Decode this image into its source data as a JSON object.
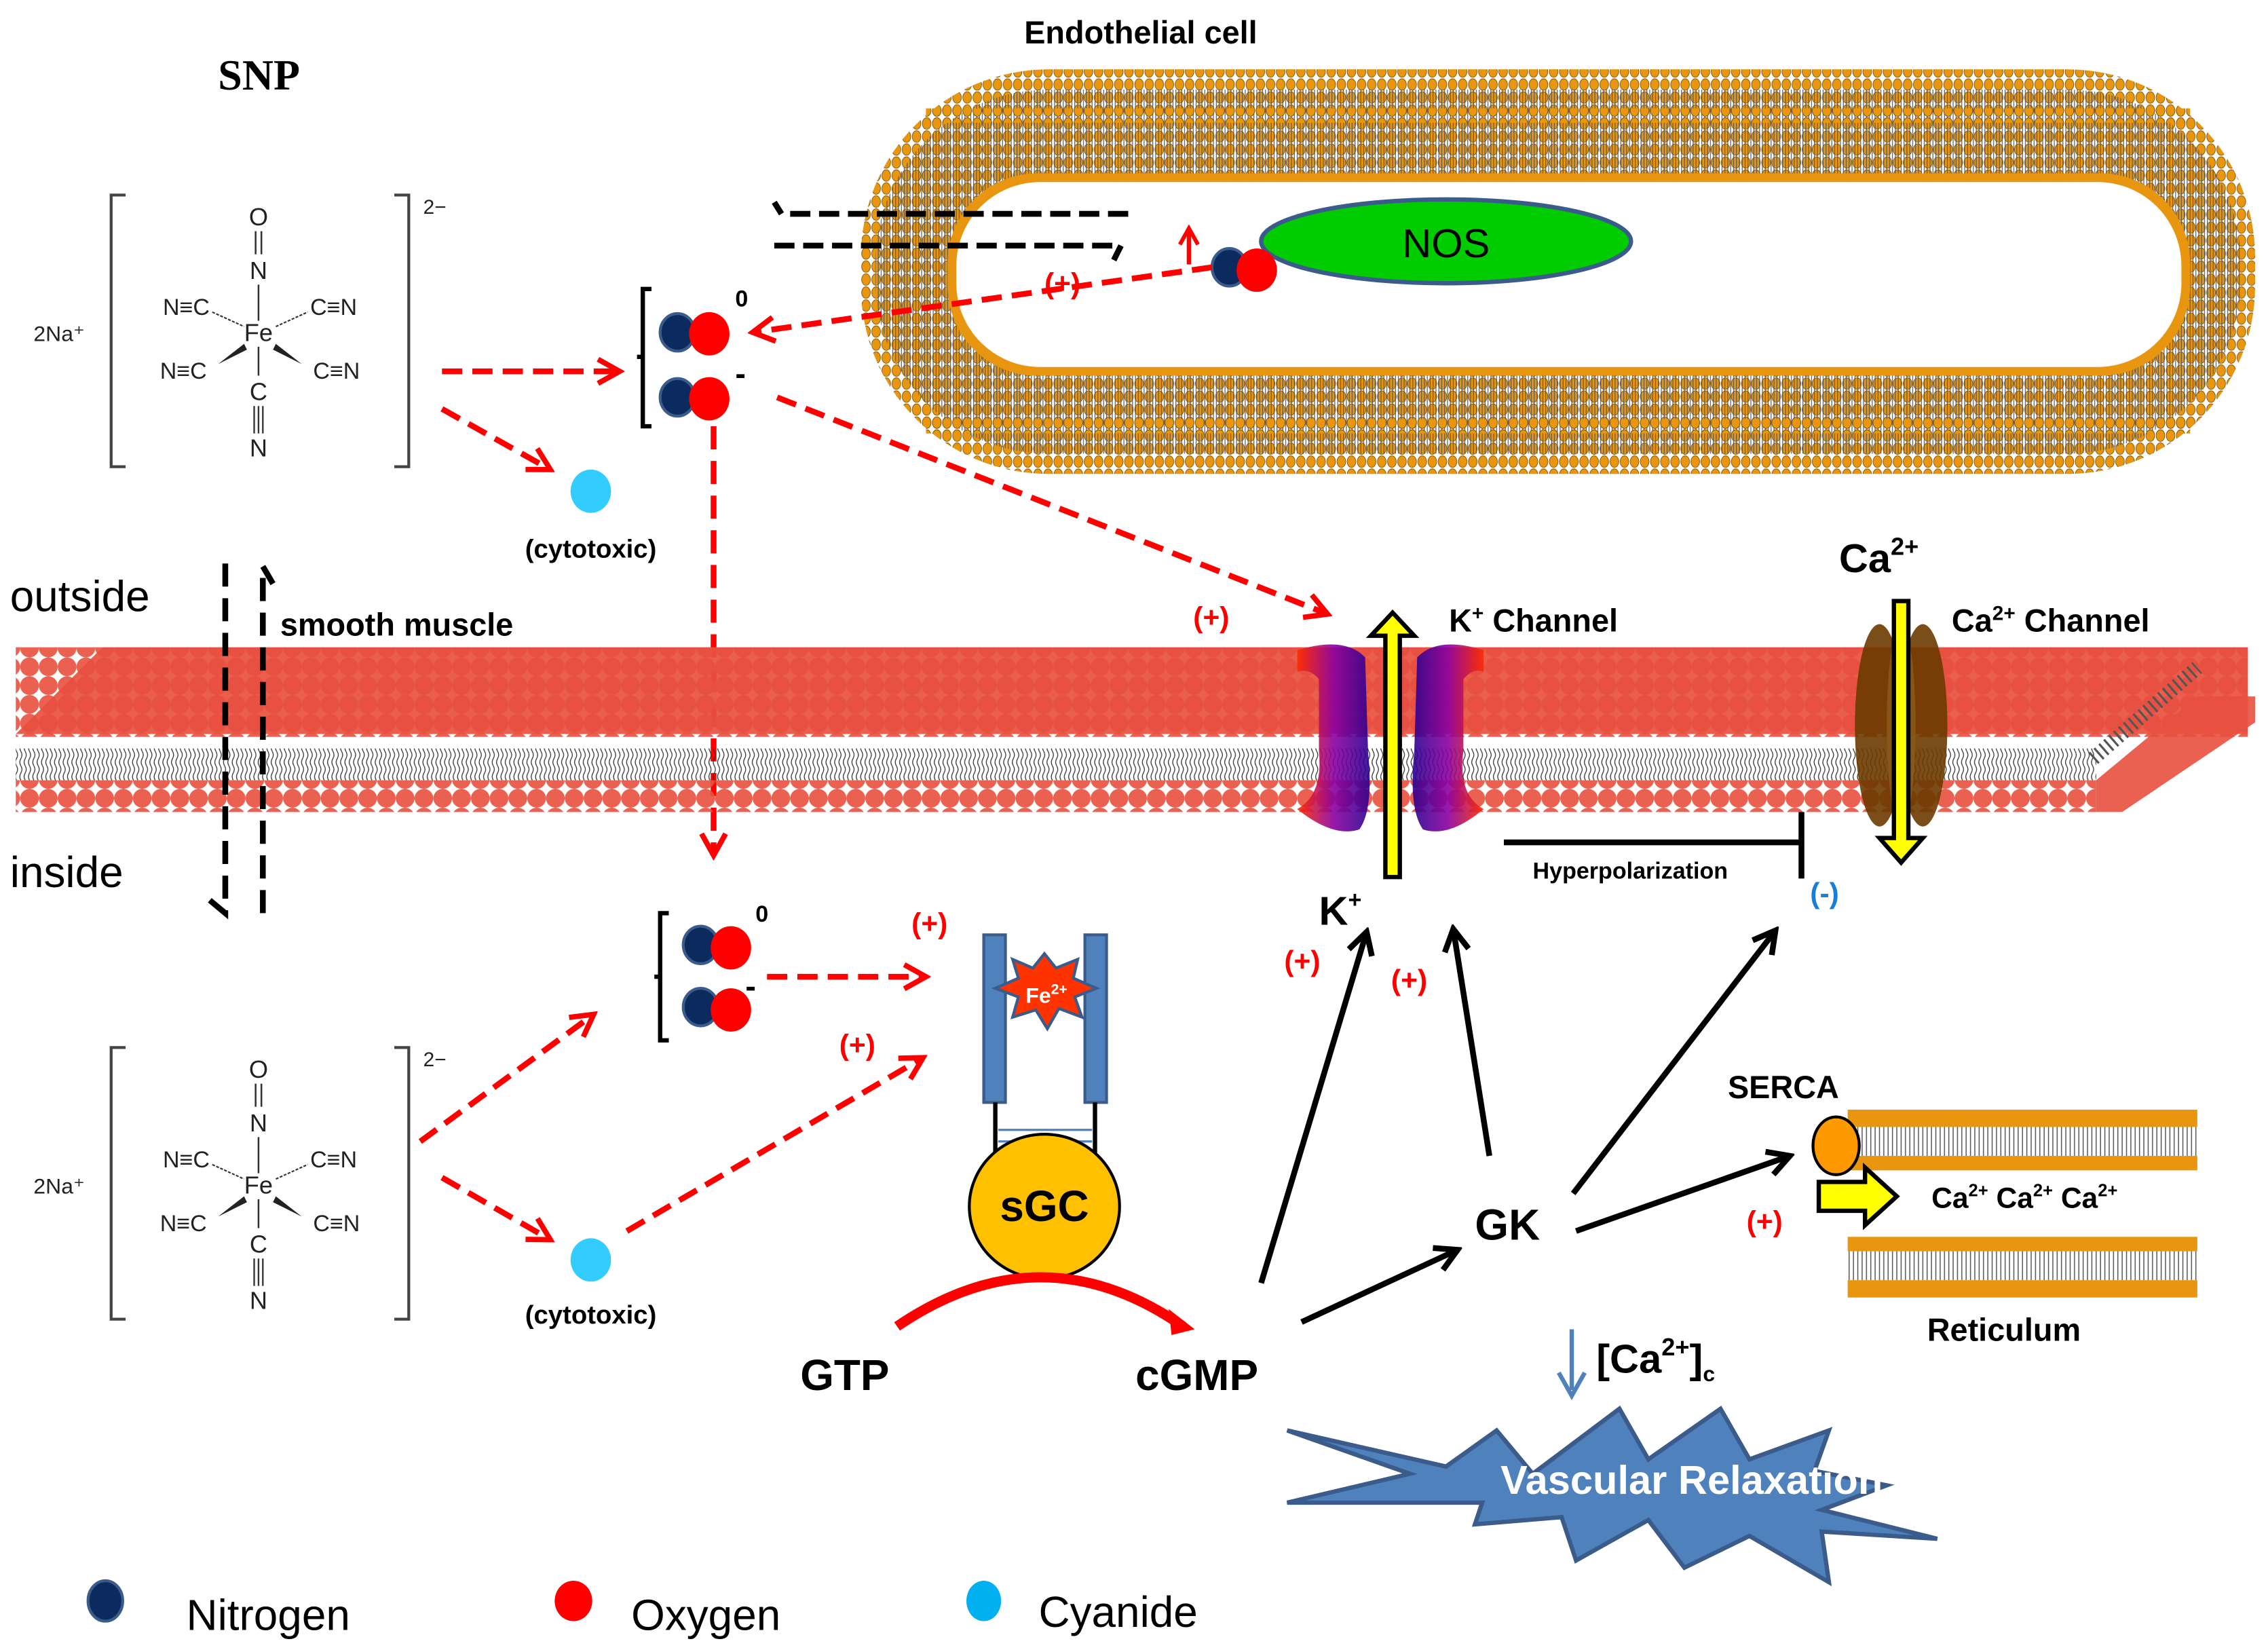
{
  "title": "SNP",
  "labels": {
    "endothelial_cell": "Endothelial cell",
    "nos": "NOS",
    "outside": "outside",
    "inside": "inside",
    "smooth_muscle": "smooth muscle",
    "k_channel": "K",
    "k_channel_sup": "+",
    "k_channel_word": "Channel",
    "ca_top": "Ca",
    "ca_top_sup": "2+",
    "ca_channel": "Ca",
    "ca_channel_sup": "2+",
    "ca_channel_word": "Channel",
    "k_ion": "K",
    "k_ion_sup": "+",
    "hyperpolarization": "Hyperpolarization",
    "minus": "(-)",
    "plus": "(+)",
    "cytotoxic": "(cytotoxic)",
    "charge_zero": "0",
    "charge_minus": "-",
    "fe": "Fe",
    "fe_sup": "2+",
    "sgc": "sGC",
    "gtp": "GTP",
    "cgmp": "cGMP",
    "gk": "GK",
    "serca": "SERCA",
    "reticulum": "Reticulum",
    "ca_store": "Ca",
    "ca_store_sup": "2+",
    "cac_open": "[Ca",
    "cac_sup": "2+",
    "cac_close": "]",
    "cac_sub": "c",
    "vascular_relaxation": "Vascular Relaxation"
  },
  "snp_structure": {
    "counter_ion": "2Na⁺",
    "charge": "2−",
    "center": "Fe",
    "axial_top": [
      "O",
      "N"
    ],
    "axial_bottom": [
      "C",
      "N"
    ],
    "ligand": "C≡N"
  },
  "legend": [
    {
      "label": "Nitrogen",
      "color": "#0b2a5e"
    },
    {
      "label": "Oxygen",
      "color": "#ff0000"
    },
    {
      "label": "Cyanide",
      "color": "#33ccff"
    }
  ],
  "colors": {
    "activation": "#ff0000",
    "inhibition": "#1a7fd4",
    "nos": "#00cc00",
    "sgc": "#ffc000",
    "membrane_sm": "#e8503f",
    "membrane_endo": "#e8960f",
    "burst": "#4f81bd",
    "serca": "#ff9900",
    "channel_arrow": "#ffff00"
  }
}
